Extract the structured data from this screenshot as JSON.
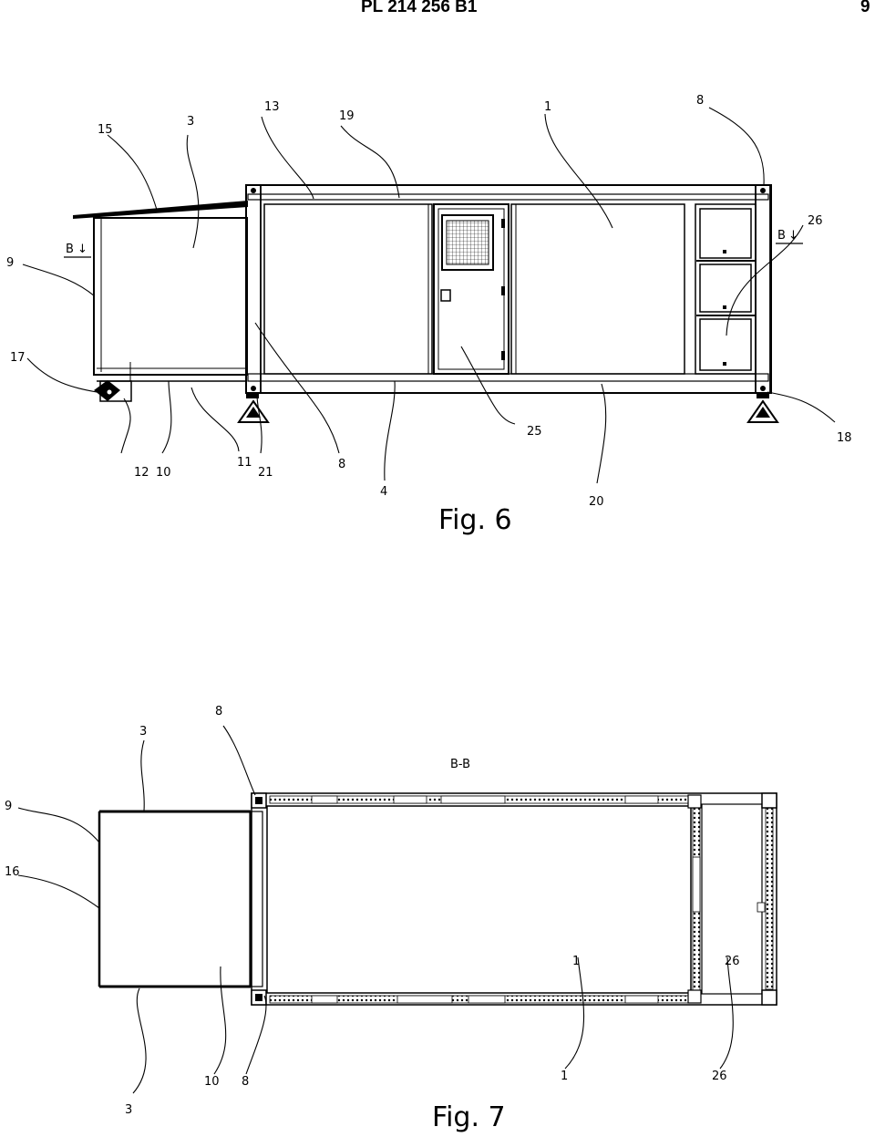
{
  "header": {
    "title": "PL 214 256 B1",
    "page_number": "9"
  },
  "figure6": {
    "caption": "Fig. 6",
    "section_marks": [
      "B",
      "B"
    ],
    "labels": {
      "l15": "15",
      "l3": "3",
      "l13": "13",
      "l19": "19",
      "l1": "1",
      "l8a": "8",
      "l26": "26",
      "l9": "9",
      "l17": "17",
      "l12": "12",
      "l10": "10",
      "l11": "11",
      "l21": "21",
      "l8b": "8",
      "l4": "4",
      "l25": "25",
      "l20": "20",
      "l18": "18"
    }
  },
  "figure7": {
    "caption": "Fig. 7",
    "section_title": "B-B",
    "labels": {
      "l8a": "8",
      "l3a": "3",
      "l9": "9",
      "l16": "16",
      "l3b": "3",
      "l10": "10",
      "l8b": "8",
      "l1a": "1",
      "l1b": "1",
      "l26a": "26",
      "l26b": "26"
    }
  }
}
